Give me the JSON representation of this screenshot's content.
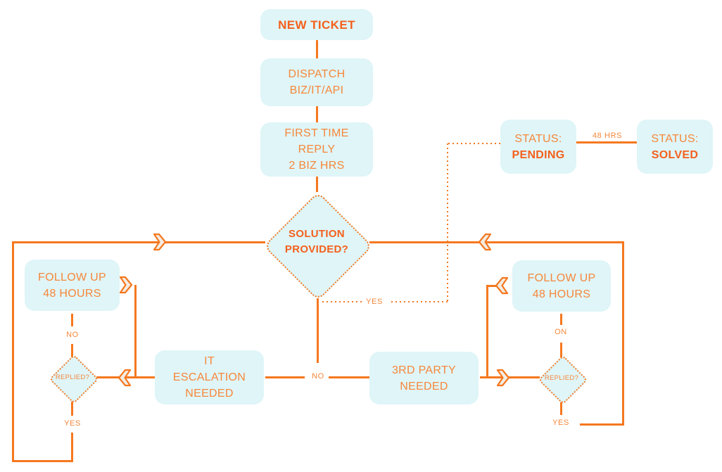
{
  "title": "Ticket handling workflow flowchart",
  "colors": {
    "box_fill": "#DFF5F8",
    "line": "#F5781F",
    "text_bold": "#F4601D",
    "text_regular": "#F6873A",
    "chevron_fill": "#F2EDE3"
  },
  "nodes": {
    "new_ticket": {
      "label": "NEW TICKET"
    },
    "dispatch": {
      "lines": [
        "DISPATCH",
        "BIZ/IT/API"
      ]
    },
    "first_reply": {
      "lines": [
        "FIRST TIME",
        "REPLY",
        "2 BIZ HRS"
      ]
    },
    "solution_provided": {
      "lines": [
        "SOLUTION",
        "PROVIDED?"
      ]
    },
    "status_pending": {
      "prefix": "STATUS:",
      "value": "PENDING"
    },
    "status_solved": {
      "prefix": "STATUS:",
      "value": "SOLVED"
    },
    "follow_up_left": {
      "lines": [
        "FOLLOW UP",
        "48 HOURS"
      ]
    },
    "it_escalation": {
      "lines": [
        "IT",
        "ESCALATION",
        "NEEDED"
      ]
    },
    "third_party": {
      "lines": [
        "3RD PARTY",
        "NEEDED"
      ]
    },
    "follow_up_right": {
      "lines": [
        "FOLLOW UP",
        "48 HOURS"
      ]
    },
    "replied_left": {
      "label": "REPLIED?"
    },
    "replied_right": {
      "label": "REPLIED?"
    }
  },
  "edge_labels": {
    "hrs_48": "48 HRS",
    "yes_center": "YES",
    "no_center": "NO",
    "no_left": "NO",
    "yes_left": "YES",
    "on_right": "ON",
    "yes_right": "YES"
  }
}
